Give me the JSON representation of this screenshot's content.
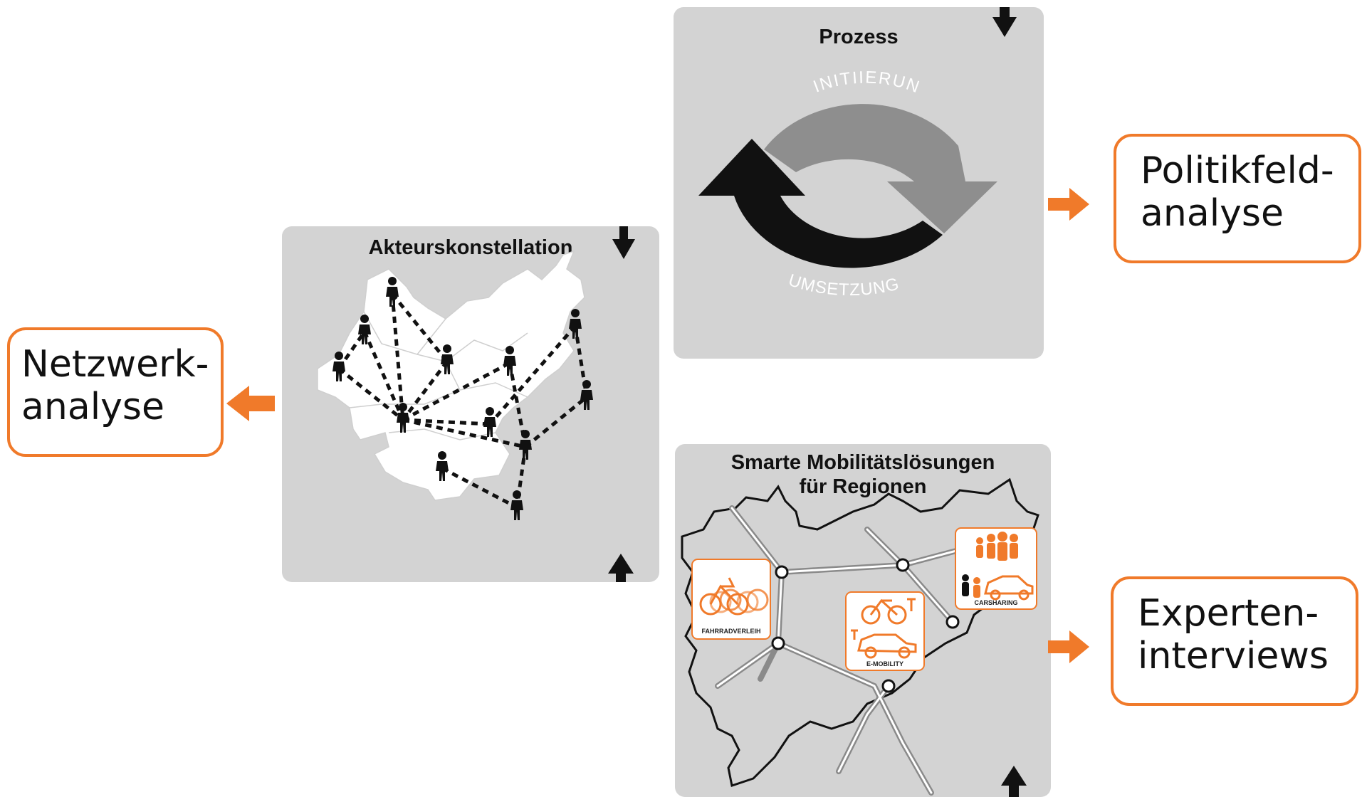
{
  "panels": {
    "prozess": {
      "title": "Prozess",
      "top_label": "INITIIERUNG",
      "bottom_label": "UMSETZUNG"
    },
    "akteure": {
      "title": "Akteurskonstellation"
    },
    "mobilitaet": {
      "title_line1": "Smarte Mobilitätslösungen",
      "title_line2": "für Regionen",
      "tiles": {
        "bike": "FAHRRADVERLEIH",
        "emob": "E-MOBILITY",
        "car": "CARSHARING"
      }
    }
  },
  "methods": {
    "politikfeld": {
      "line1": "Politikfeld-",
      "line2": "analyse"
    },
    "netzwerk": {
      "line1": "Netzwerk-",
      "line2": "analyse"
    },
    "experten": {
      "line1": "Experten-",
      "line2": "interviews"
    }
  },
  "colors": {
    "accent": "#f07a2a",
    "panel": "#d3d3d3",
    "cycle_gray": "#8e8e8e",
    "cycle_black": "#111111"
  }
}
